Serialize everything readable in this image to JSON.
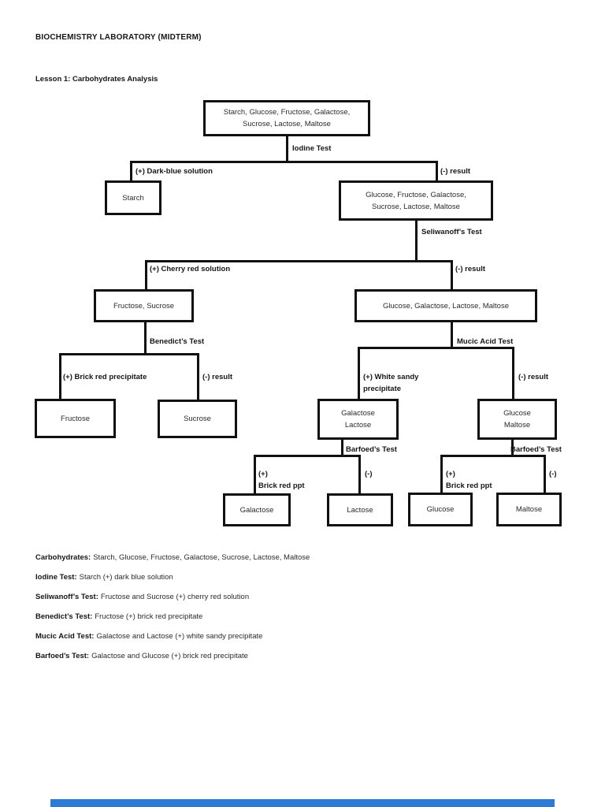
{
  "page": {
    "title": "BIOCHEMISTRY LABORATORY (MIDTERM)",
    "subtitle": "Lesson 1: Carbohydrates Analysis"
  },
  "colors": {
    "ink": "#1f1f21",
    "flowchart_line": "#111111",
    "footer_bar": "#2e7bd6"
  },
  "flowchart": {
    "boxes": [
      {
        "id": "all-carbohydrates",
        "lines": [
          "Starch, Glucose, Fructose, Galactose,",
          "Sucrose, Lactose, Maltose"
        ]
      },
      {
        "id": "starch",
        "lines": [
          "Starch"
        ]
      },
      {
        "id": "iodine-negative",
        "lines": [
          "Glucose, Fructose, Galactose,",
          "Sucrose, Lactose, Maltose"
        ]
      },
      {
        "id": "seliwanoff-positive",
        "lines": [
          "Fructose, Sucrose"
        ]
      },
      {
        "id": "seliwanoff-negative",
        "lines": [
          "Glucose, Galactose, Lactose, Maltose"
        ]
      },
      {
        "id": "fructose",
        "lines": [
          "Fructose"
        ]
      },
      {
        "id": "sucrose",
        "lines": [
          "Sucrose"
        ]
      },
      {
        "id": "galactose-lactose",
        "lines": [
          "Galactose",
          "Lactose"
        ]
      },
      {
        "id": "glucose-maltose",
        "lines": [
          "Glucose",
          "Maltose"
        ]
      },
      {
        "id": "galactose",
        "lines": [
          "Galactose"
        ]
      },
      {
        "id": "lactose",
        "lines": [
          "Lactose"
        ]
      },
      {
        "id": "glucose",
        "lines": [
          "Glucose"
        ]
      },
      {
        "id": "maltose",
        "lines": [
          "Maltose"
        ]
      }
    ],
    "labels": [
      {
        "id": "iodine-test",
        "lines": [
          "Iodine Test"
        ]
      },
      {
        "id": "iodine-positive-result",
        "lines": [
          "(+) Dark-blue solution"
        ]
      },
      {
        "id": "iodine-negative-result",
        "lines": [
          "(-) result"
        ]
      },
      {
        "id": "seliwanoff-test",
        "lines": [
          "Seliwanoff’s Test"
        ]
      },
      {
        "id": "seliwanoff-positive-result",
        "lines": [
          "(+) Cherry red solution"
        ]
      },
      {
        "id": "seliwanoff-negative-result",
        "lines": [
          "(-) result"
        ]
      },
      {
        "id": "benedict-test",
        "lines": [
          "Benedict’s Test"
        ]
      },
      {
        "id": "benedict-positive-result",
        "lines": [
          "(+) Brick red precipitate"
        ]
      },
      {
        "id": "benedict-negative-result",
        "lines": [
          "(-) result"
        ]
      },
      {
        "id": "mucic-acid-test",
        "lines": [
          "Mucic Acid Test"
        ]
      },
      {
        "id": "mucic-positive-result",
        "lines": [
          "(+) White sandy",
          "precipitate"
        ]
      },
      {
        "id": "mucic-negative-result",
        "lines": [
          "(-) result"
        ]
      },
      {
        "id": "barfoed-test-left",
        "lines": [
          "Barfoed’s Test"
        ]
      },
      {
        "id": "barfoed-left-positive-result",
        "lines": [
          "(+)",
          "Brick red ppt"
        ]
      },
      {
        "id": "barfoed-left-negative-result",
        "lines": [
          "(-)"
        ]
      },
      {
        "id": "barfoed-test-right",
        "lines": [
          "Barfoed’s Test"
        ]
      },
      {
        "id": "barfoed-right-positive-result",
        "lines": [
          "(+)",
          "Brick red ppt"
        ]
      },
      {
        "id": "barfoed-right-negative-result",
        "lines": [
          "(-)"
        ]
      }
    ]
  },
  "summary": [
    {
      "label": "Carbohydrates:",
      "value": "Starch, Glucose, Fructose, Galactose, Sucrose, Lactose, Maltose"
    },
    {
      "label": "Iodine Test:",
      "value": "Starch (+) dark blue solution"
    },
    {
      "label": "Seliwanoff’s Test:",
      "value": "Fructose and Sucrose (+) cherry red solution"
    },
    {
      "label": "Benedict’s Test:",
      "value": "Fructose (+) brick red precipitate"
    },
    {
      "label": "Mucic Acid Test:",
      "value": "Galactose and Lactose (+) white sandy precipitate"
    },
    {
      "label": "Barfoed’s Test:",
      "value": "Galactose and Glucose (+) brick red precipitate"
    }
  ]
}
